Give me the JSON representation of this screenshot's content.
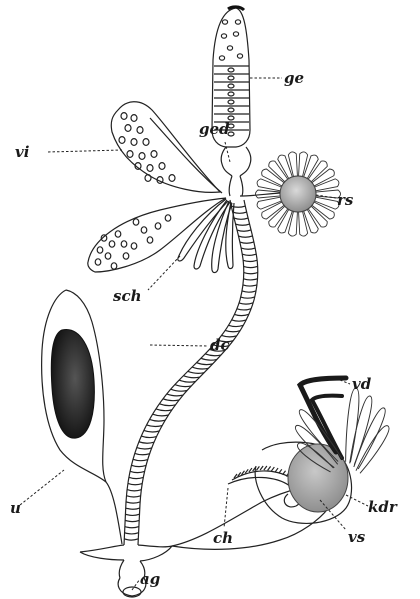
{
  "figure": {
    "labels": {
      "ge": "ge",
      "ged": "ged",
      "vi": "vi",
      "rs": "rs",
      "sch": "sch",
      "dc": "dc",
      "vd": "vd",
      "u": "u",
      "kdr": "kdr",
      "ch": "ch",
      "vs": "vs",
      "ag": "ag"
    },
    "colors": {
      "line": "#222222",
      "organ_dark": "#1e1e1e",
      "organ_grey": "#a9a9a9",
      "paper": "#ffffff"
    }
  }
}
